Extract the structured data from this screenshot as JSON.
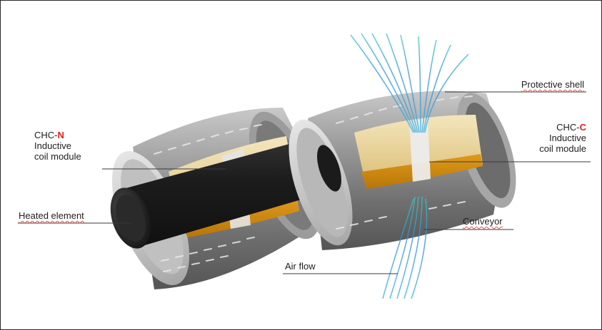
{
  "labels": {
    "protective_shell": "Protective shell",
    "chc_n_prefix": "CHC-",
    "chc_n_letter": "N",
    "chc_n_line2": "Inductive",
    "chc_n_line3": "coil module",
    "chc_c_prefix": "CHC-",
    "chc_c_letter": "C",
    "chc_c_line2": "Inductive",
    "chc_c_line3": "coil module",
    "heated_element": "Heated element",
    "conveyor": "Conveyor",
    "air_flow": "Air flow"
  },
  "colors": {
    "accent_letter": "#e3201b",
    "shell": "#8c8c8c",
    "coil": "#e8d29a",
    "coil_band": "#d08e10",
    "element": "#222222",
    "airflow": "#2f8fd8"
  }
}
